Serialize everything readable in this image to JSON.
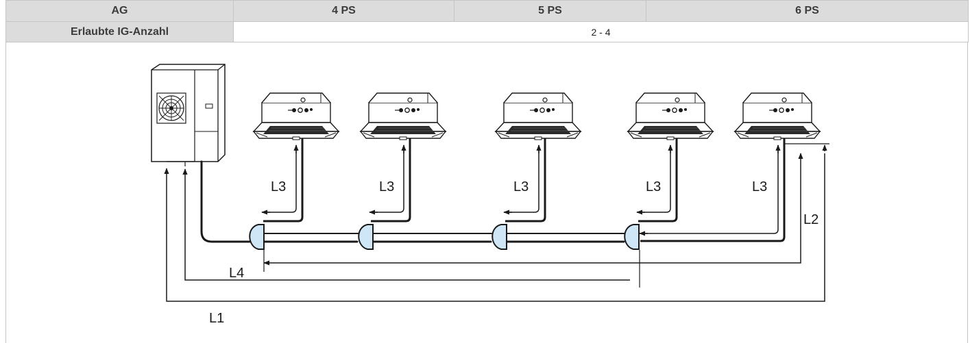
{
  "table": {
    "header": [
      "AG",
      "4 PS",
      "5 PS",
      "6 PS"
    ],
    "row_label": "Erlaubte IG-Anzahl",
    "row_value": "2 - 4"
  },
  "diagram": {
    "outdoor_unit": "outdoor-unit-icon",
    "indoor_units": [
      "cassette-unit-icon",
      "cassette-unit-icon",
      "cassette-unit-icon",
      "cassette-unit-icon",
      "cassette-unit-icon"
    ],
    "branch_joint": "branch-joint-icon",
    "labels": {
      "l1": "L1",
      "l2": "L2",
      "l3": "L3",
      "l4": "L4"
    },
    "colors": {
      "joint_fill": "#cfe6f7",
      "pipe": "#1a1a1a",
      "header_bg": "#dcdcdc",
      "border": "#c5c5c5"
    }
  }
}
